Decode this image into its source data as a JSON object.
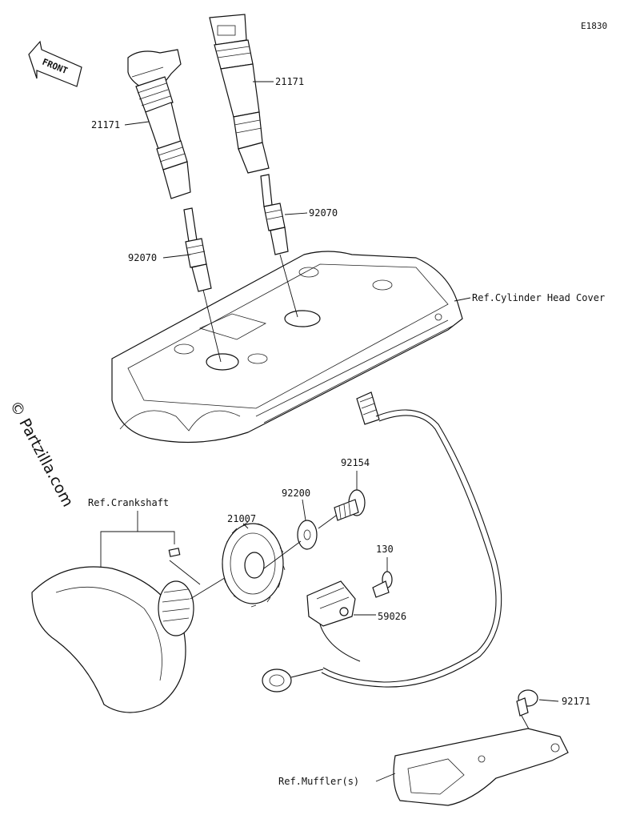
{
  "diagram_code": "E1830",
  "watermark": "© Partzilla.com",
  "front_marker": "FRONT",
  "labels": {
    "coil_right": "21171",
    "coil_left": "21171",
    "plug_right": "92070",
    "plug_left": "92070",
    "cylinder_head_cover": "Ref.Cylinder Head Cover",
    "bolt": "92154",
    "washer": "92200",
    "rotor": "21007",
    "crankshaft": "Ref.Crankshaft",
    "screw": "130",
    "sensor": "59026",
    "clamp": "92171",
    "muffler": "Ref.Muffler(s)"
  }
}
